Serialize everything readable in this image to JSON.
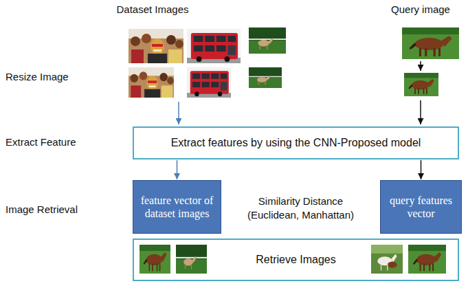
{
  "diagram": {
    "nodes": [
      {
        "text": [
          "Extract features by using the CNN-Proposed model"
        ]
      },
      {
        "text": [
          "feature vector of dataset images"
        ]
      },
      {
        "text": [
          "query features vector"
        ]
      },
      {
        "text": [
          "Retrieve Images"
        ]
      }
    ],
    "edges": [
      {
        "from": 0,
        "to": 1,
        "arrow": "to"
      },
      {
        "from": 0,
        "to": 2,
        "arrow": "to"
      }
    ],
    "labels": [
      "Dataset Images",
      "Query image",
      "Resize Image",
      "Extract Feature",
      "Image Retrieval",
      "Similarity Distance (Euclidean, Manhattan)"
    ]
  }
}
